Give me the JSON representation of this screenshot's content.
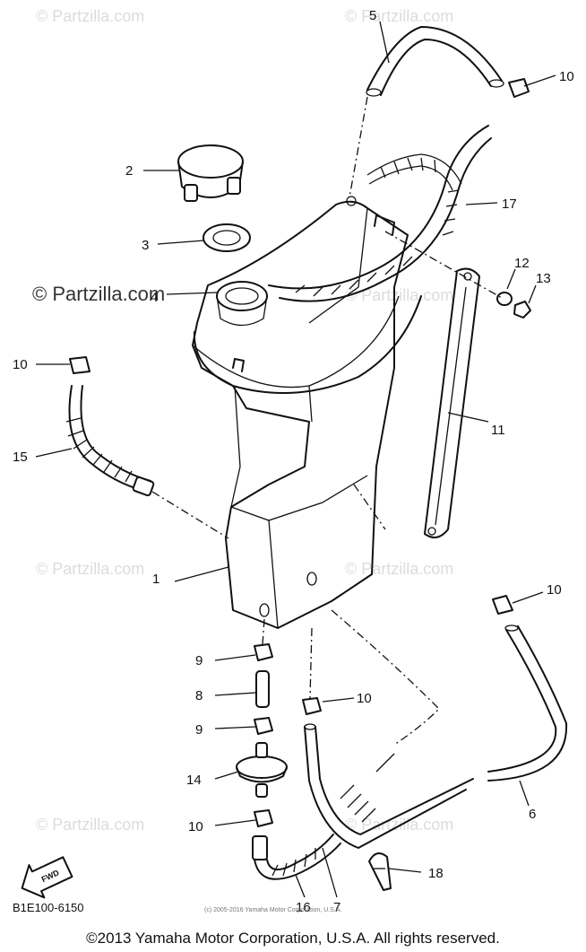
{
  "watermark": "© Partzilla.com",
  "part_code": "B1E100-6150",
  "fwd_label": "FWD",
  "small_copyright": "(c) 2005-2016 Yamaha Motor Corporation, U.S.A.",
  "footer": "©2013 Yamaha Motor Corporation, U.S.A. All rights reserved.",
  "callouts": [
    "1",
    "2",
    "3",
    "4",
    "5",
    "6",
    "7",
    "8",
    "9",
    "9",
    "10",
    "10",
    "10",
    "10",
    "10",
    "11",
    "12",
    "13",
    "14",
    "15",
    "16",
    "17",
    "18"
  ]
}
